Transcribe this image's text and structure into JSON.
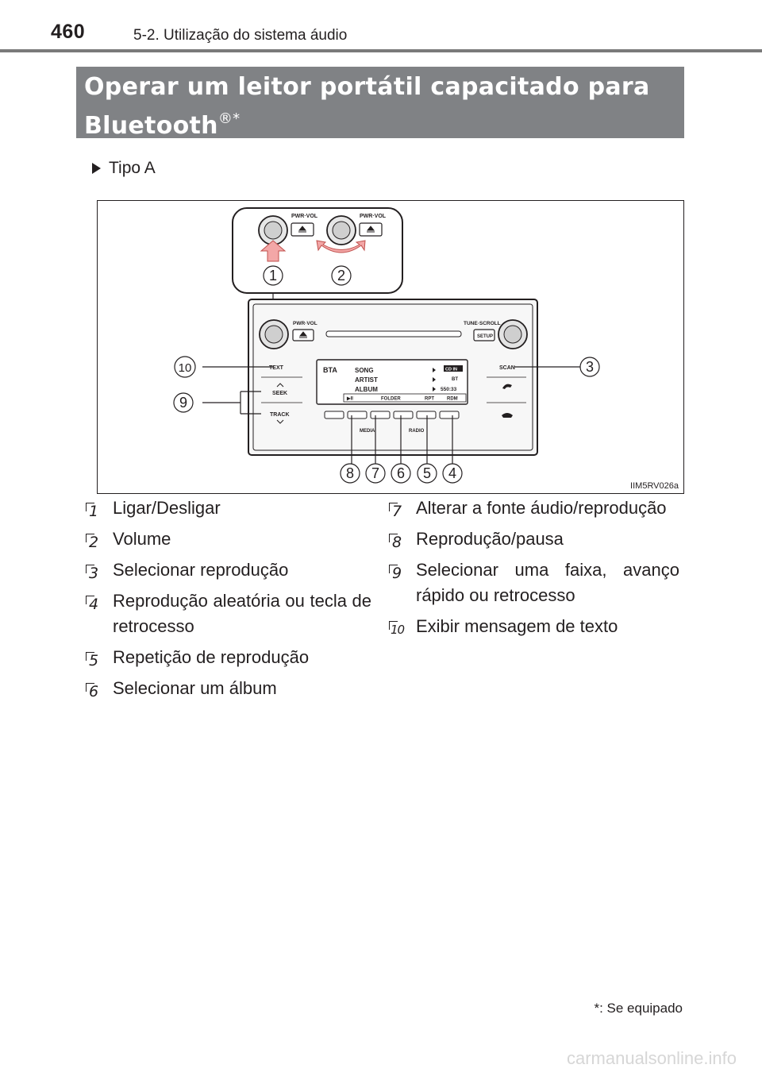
{
  "header": {
    "page_number": "460",
    "section": "5-2. Utilização do sistema áudio"
  },
  "title": {
    "line1": "Operar um leitor portátil capacitado para",
    "line2": "Bluetooth",
    "superscript": "®*"
  },
  "subsection": "Tipo A",
  "figure": {
    "code": "IIM5RV026a",
    "panel": {
      "inset_pwr_left": "PWR·VOL",
      "inset_pwr_right": "PWR·VOL",
      "pwr_vol": "PWR·VOL",
      "tune_scroll": "TUNE·SCROLL",
      "setup": "SETUP",
      "text": "TEXT",
      "seek": "SEEK",
      "track": "TRACK",
      "scan": "SCAN",
      "media": "MEDIA",
      "radio": "RADIO",
      "display_bta": "BTA",
      "display_song": "SONG",
      "display_artist": "ARTIST",
      "display_album": "ALBUM",
      "display_cd_in": "CD IN",
      "display_bt": "BT",
      "display_time": "550:33",
      "display_play": "▶II",
      "display_folder": "FOLDER",
      "display_rpt": "RPT",
      "display_rdm": "RDM"
    },
    "callouts": [
      "1",
      "2",
      "3",
      "4",
      "5",
      "6",
      "7",
      "8",
      "9",
      "10"
    ]
  },
  "legend_left": [
    {
      "num": "1",
      "text": "Ligar/Desligar"
    },
    {
      "num": "2",
      "text": "Volume"
    },
    {
      "num": "3",
      "text": "Selecionar reprodução"
    },
    {
      "num": "4",
      "text": "Reprodução aleatória ou tecla de retrocesso"
    },
    {
      "num": "5",
      "text": "Repetição de reprodução"
    },
    {
      "num": "6",
      "text": "Selecionar um álbum"
    }
  ],
  "legend_right": [
    {
      "num": "7",
      "text": "Alterar a fonte áudio/reprodução"
    },
    {
      "num": "8",
      "text": "Reprodução/pausa"
    },
    {
      "num": "9",
      "text": "Selecionar uma faixa, avanço rápido ou retrocesso"
    },
    {
      "num": "10",
      "text": "Exibir mensagem de texto"
    }
  ],
  "footnote": "*: Se equipado",
  "watermark": "carmanualsonline.info"
}
